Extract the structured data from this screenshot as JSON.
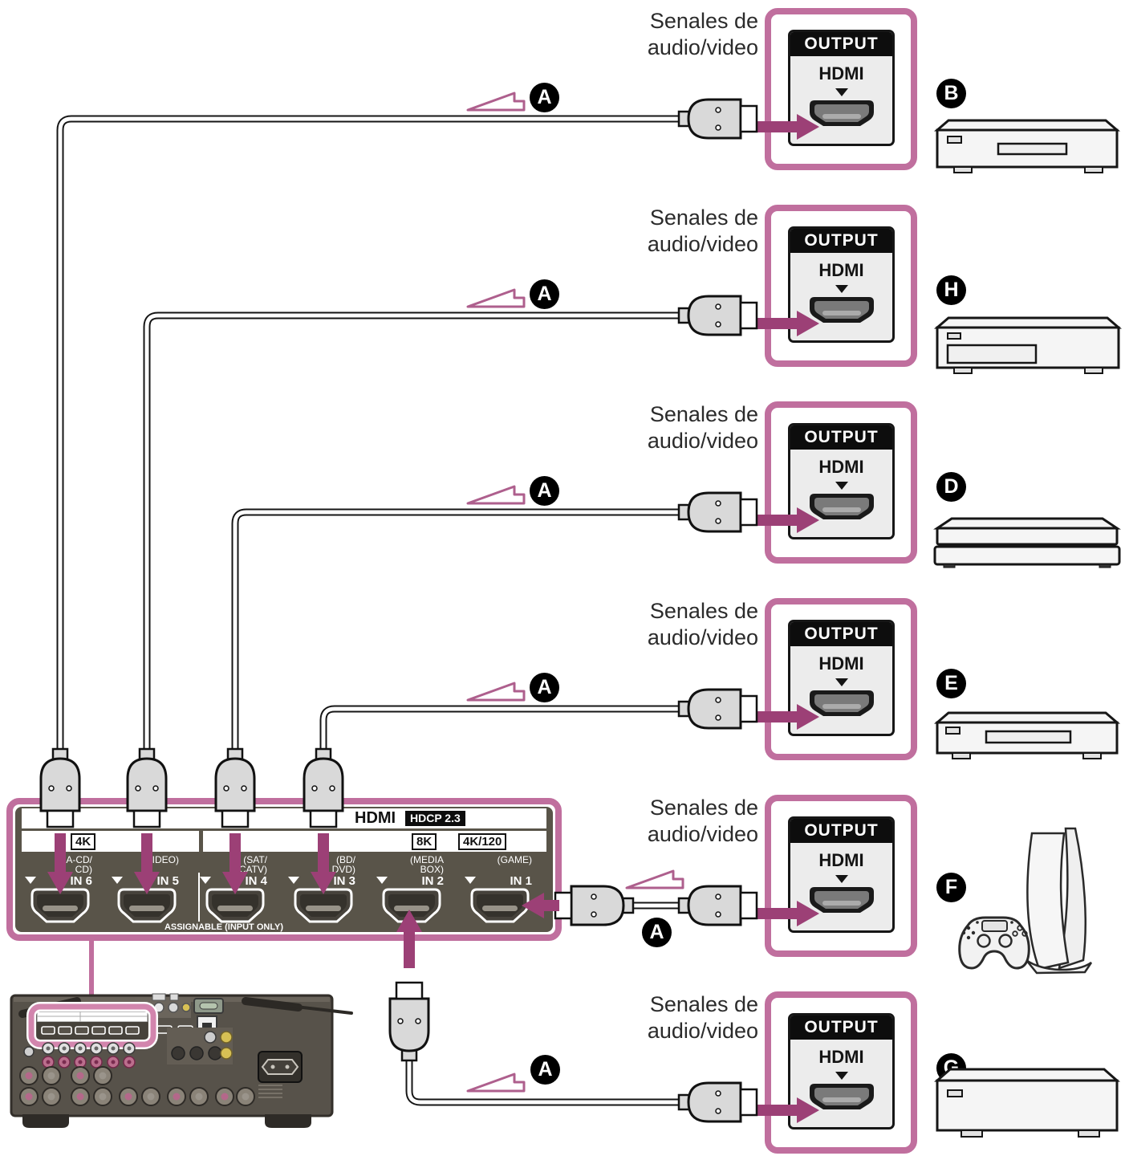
{
  "colors": {
    "accent_pink": "#c06f9e",
    "arrow_pink": "#9c4076",
    "glyph_pink": "#ae5f8d",
    "panel_background": "#595449",
    "highlight_pink": "#d285ad"
  },
  "signal_label": {
    "line1": "Senales de",
    "line2": "audio/video"
  },
  "cable_marker": "A",
  "output_box": {
    "header": "OUTPUT",
    "port_label": "HDMI"
  },
  "units": [
    {
      "letter": "B",
      "device": "disc-player"
    },
    {
      "letter": "H",
      "device": "recorder"
    },
    {
      "letter": "D",
      "device": "flat-game-console"
    },
    {
      "letter": "E",
      "device": "slim-disc-player"
    },
    {
      "letter": "F",
      "device": "game-console-vertical"
    },
    {
      "letter": "G",
      "device": "set-top-box"
    }
  ],
  "panel": {
    "title": "HDMI",
    "hdcp_badge": "HDCP 2.3",
    "badge_4k": "4K",
    "badge_8k": "8K",
    "badge_4k120": "4K/120",
    "assignable": "ASSIGNABLE (INPUT ONLY)",
    "inputs": [
      {
        "sub1": "(SA-CD/",
        "sub2": "CD)",
        "name": "IN 6"
      },
      {
        "sub1": "",
        "sub2": "(VIDEO)",
        "name": "IN 5"
      },
      {
        "sub1": "(SAT/",
        "sub2": "CATV)",
        "name": "IN 4"
      },
      {
        "sub1": "(BD/",
        "sub2": "DVD)",
        "name": "IN 3"
      },
      {
        "sub1": "(MEDIA",
        "sub2": "BOX)",
        "name": "IN 2"
      },
      {
        "sub1": "",
        "sub2": "(GAME)",
        "name": "IN 1"
      }
    ]
  }
}
